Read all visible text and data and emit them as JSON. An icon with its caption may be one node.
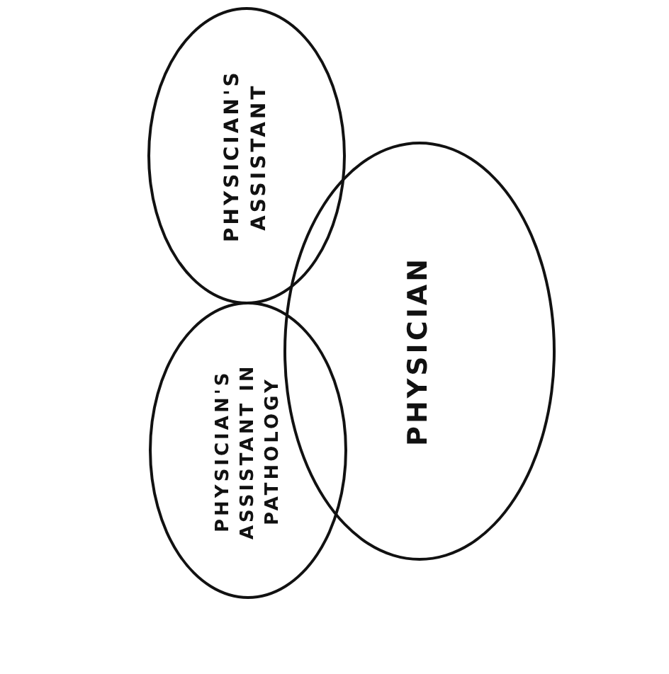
{
  "diagram": {
    "nodes": [
      {
        "text": [
          "PHYSICIAN'S ASSISTANT"
        ]
      },
      {
        "text": [
          "PHYSICIAN"
        ]
      },
      {
        "text": [
          "PHYSICIAN'S ASSISTANT IN PATHOLOGY"
        ]
      }
    ]
  }
}
